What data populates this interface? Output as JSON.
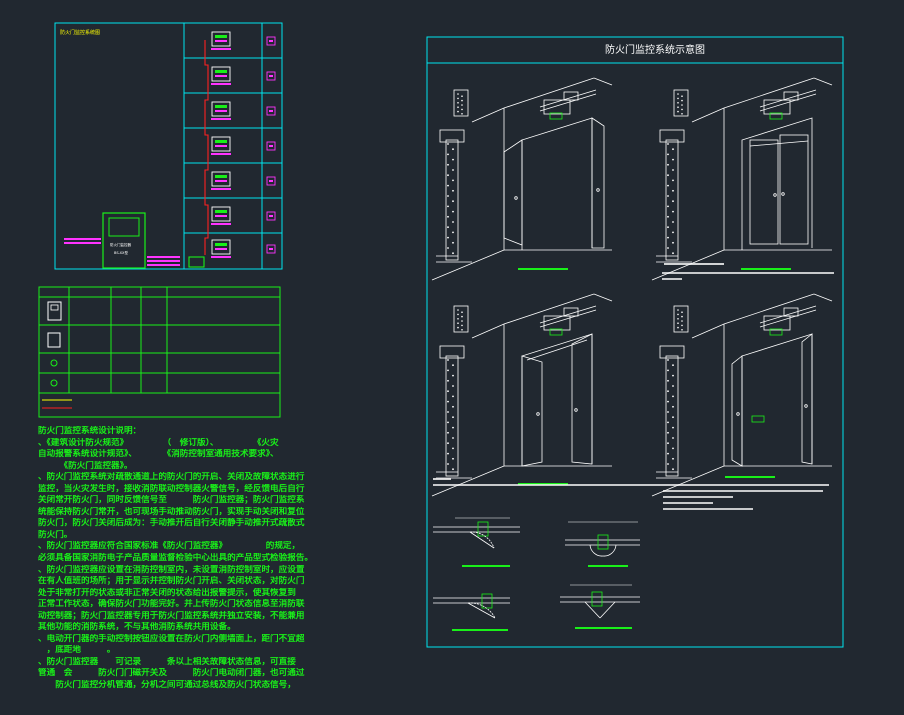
{
  "colors": {
    "background": "#212830",
    "cyan": "#00e5ee",
    "green": "#19f019",
    "magenta": "#ff33ff",
    "red": "#ff2020",
    "yellow": "#ffff00",
    "white": "#ffffff"
  },
  "riser": {
    "title": "防火门监控系统图",
    "controller_label": "防火门监控器",
    "controller_model": "BS-XX型"
  },
  "schematic": {
    "title": "防火门监控系统示意图"
  },
  "notes": {
    "lines": [
      "防火门监控系统设计说明：",
      "、《建筑设计防火规范》　　　　　（　修订版）、　　　　　《火灾",
      "自动报警系统设计规范》、　　　　《消防控制室通用技术要求》、",
      "　　　《防火门监控器》。",
      "、防火门监控系统对疏散通道上的防火门的开启、关闭及故障状态进行",
      "监控，当火灾发生时，接收消防联动控制器火警信号，经反馈电后自行",
      "关闭常开防火门，同时反馈信号至　　　防火门监控器；防火门监控系",
      "统能保持防火门常开，也可现场手动推动防火门，实现手动关闭和复位",
      "防火门，防火门关闭后成为：手动推开后自行关闭静手动推开式疏散式",
      "防火门。",
      "、防火门监控器应符合国家标准《防火门监控器》　　　　　的规定，",
      "必须具备国家消防电子产品质量监督检验中心出具的产品型式检验报告。",
      "、防火门监控器应设置在消防控制室内，未设置消防控制室时，应设置",
      "在有人值班的场所；用于显示并控制防火门开启、关闭状态，对防火门",
      "处于非常打开的状态或非正常关闭的状态给出报警提示，使其恢复到",
      "正常工作状态，确保防火门功能完好。并上传防火门状态信息至消防联",
      "动控制器；防火门监控器专用于防火门监控系统并独立安装，不能兼用",
      "其他功能的消防系统，不与其他消防系统共用设备。",
      "、电动开门器的手动控制按钮应设置在防火门内侧墙面上，距门不宜超",
      "　，底距地　　　。",
      "、防火门监控器　　可记录　　　条以上相关故障状态信息，可直接",
      "管通　会　　　防火门门磁开关及　　　防火门电动闭门器，也可通过",
      "　　防火门监控分机管通，分机之间可通过总线及防火门状态信号，"
    ]
  }
}
